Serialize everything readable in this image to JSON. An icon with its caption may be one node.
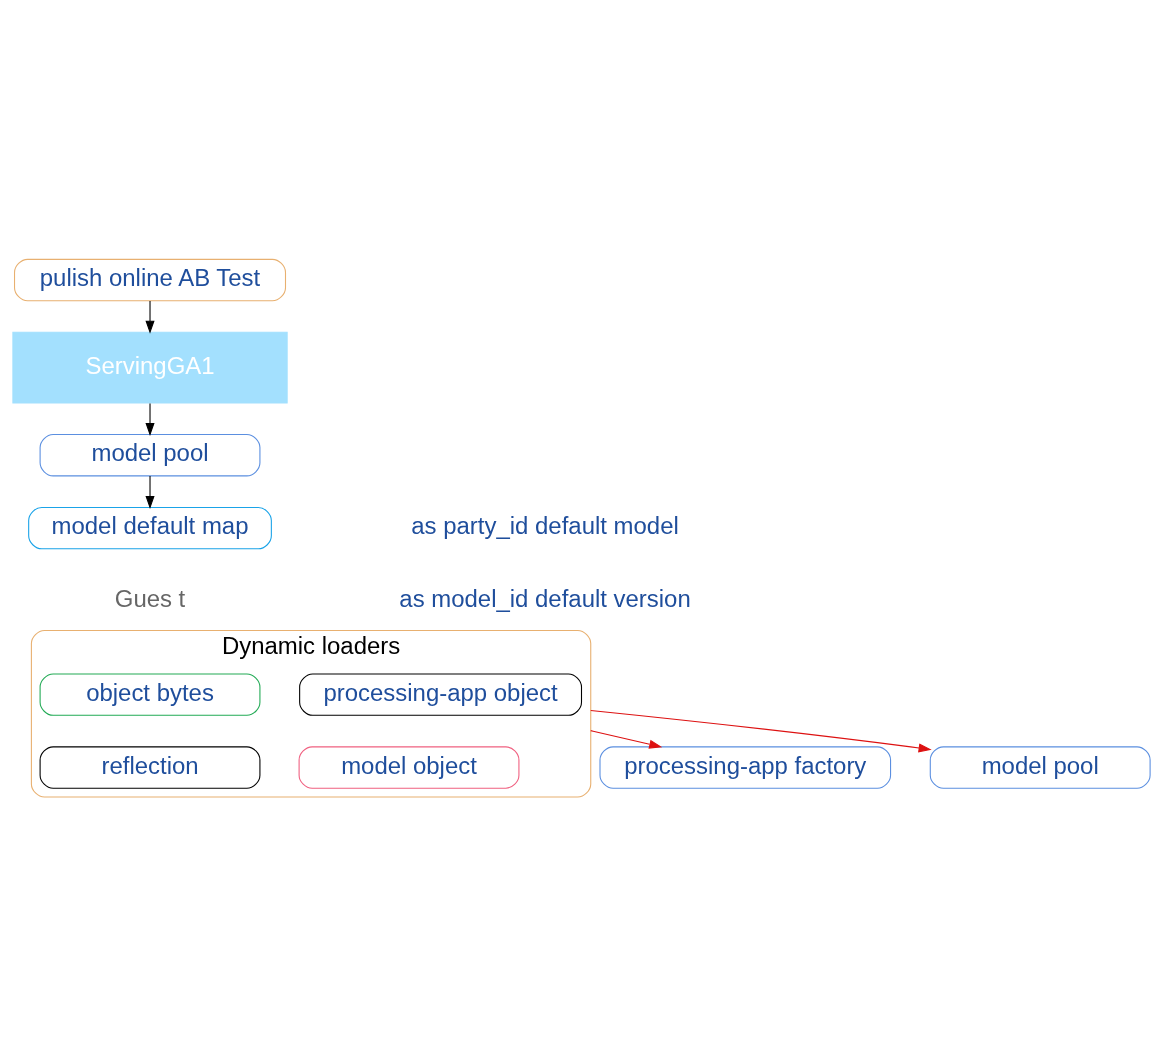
{
  "diagram": {
    "nodes": [
      {
        "text": [
          "pulish online AB Test"
        ]
      },
      {
        "text": [
          "ServingGA1"
        ]
      },
      {
        "text": [
          "model pool"
        ]
      },
      {
        "text": [
          "model default map"
        ],
        "beside": [
          "as party_id default model",
          "as model_id default version"
        ]
      },
      {
        "text": [
          "Dynamic loaders"
        ]
      },
      {
        "text": [
          "object bytes"
        ],
        "in": 4
      },
      {
        "text": [
          "processing-app object"
        ],
        "in": 4
      },
      {
        "text": [
          "reflection"
        ],
        "in": 4
      },
      {
        "text": [
          "model object"
        ],
        "in": 4
      },
      {
        "text": [
          "processing-app factory"
        ]
      },
      {
        "text": [
          "model pool"
        ]
      }
    ],
    "edges": [
      {
        "from": 0,
        "to": 1,
        "arrow": "to"
      },
      {
        "from": 1,
        "to": 2,
        "arrow": "to"
      },
      {
        "from": 2,
        "to": 3,
        "arrow": "to"
      },
      {
        "from": 4,
        "to": 9,
        "arrow": "to",
        "color": "#dd1111"
      },
      {
        "from": 4,
        "to": 10,
        "arrow": "to",
        "color": "#dd1111"
      }
    ],
    "labels": [
      "Gues t"
    ]
  }
}
